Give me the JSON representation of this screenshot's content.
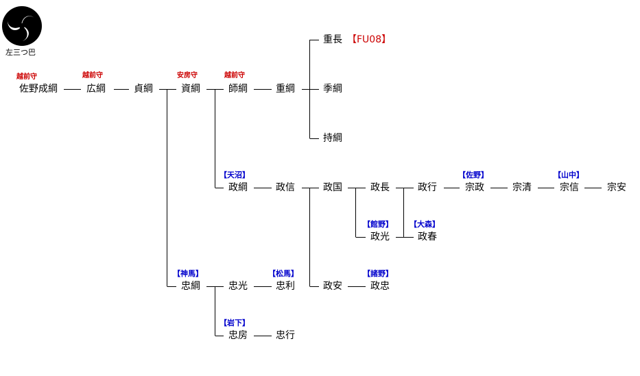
{
  "crest": {
    "label": "左三つ巴",
    "icon": "mitsudomoe-icon"
  },
  "titles": {
    "sano_narizuna": "越前守",
    "hirozuna": "越前守",
    "sukezuna": "安房守",
    "morozuna": "越前守"
  },
  "clans": {
    "amanuma": "【天沼】",
    "kamba": "【神馬】",
    "matsuma": "【松馬】",
    "iwashita": "【岩下】",
    "tateno": "【館野】",
    "omori": "【大森】",
    "morono": "【諸野】",
    "sano": "【佐野】",
    "yamanaka": "【山中】"
  },
  "code": "【FU08】",
  "people": {
    "sano_narizuna": "佐野成綱",
    "hirozuna": "広綱",
    "sadazuna": "貞綱",
    "sukezuna": "資綱",
    "morozuna": "師綱",
    "shigezuna": "重綱",
    "shigenaga": "重長",
    "suezuna": "季綱",
    "mochizuna": "持綱",
    "masatsuna": "政綱",
    "masanobu": "政信",
    "masakuni": "政国",
    "masanaga": "政長",
    "masayuki": "政行",
    "munemasa": "宗政",
    "munekiyo": "宗清",
    "munenobu": "宗信",
    "muneyasu": "宗安",
    "masamitsu": "政光",
    "masaharu": "政春",
    "masayasu": "政安",
    "masatada": "政忠",
    "tadatsuna": "忠綱",
    "tadamitsu": "忠光",
    "tadatoshi": "忠利",
    "tadafusa": "忠房",
    "tadayuki": "忠行"
  }
}
